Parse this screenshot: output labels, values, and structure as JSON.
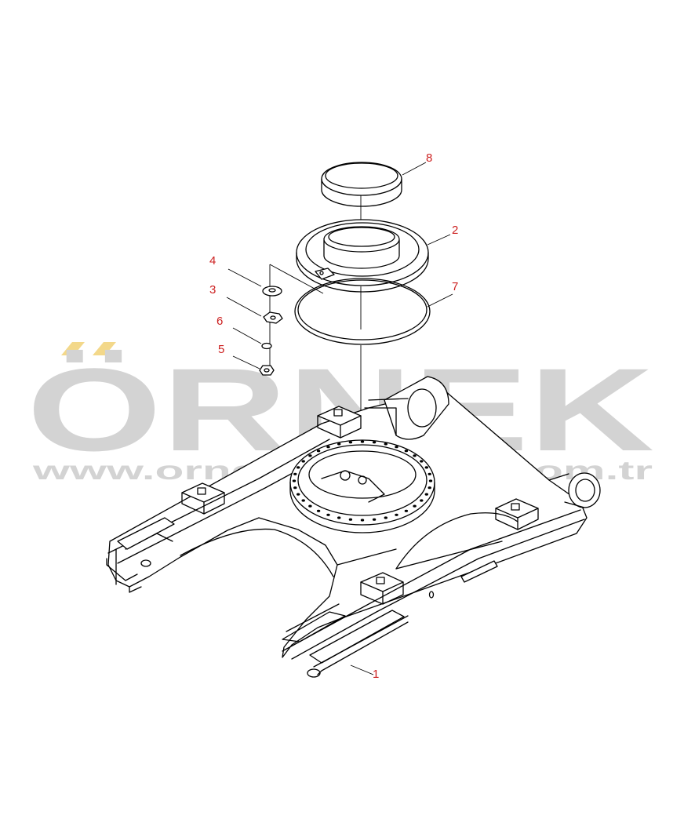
{
  "watermark": {
    "brand": "ÖRNEK",
    "url": "www.orneksitelerlari.com.tr",
    "text_color": "#d3d3d3",
    "accent_color": "#f3d88a"
  },
  "callouts": [
    {
      "id": "1",
      "label": "1"
    },
    {
      "id": "2",
      "label": "2"
    },
    {
      "id": "3",
      "label": "3"
    },
    {
      "id": "4",
      "label": "4"
    },
    {
      "id": "5",
      "label": "5"
    },
    {
      "id": "6",
      "label": "6"
    },
    {
      "id": "7",
      "label": "7"
    },
    {
      "id": "8",
      "label": "8"
    }
  ],
  "colors": {
    "callout": "#cc1f1f",
    "drawing": "#000000"
  }
}
